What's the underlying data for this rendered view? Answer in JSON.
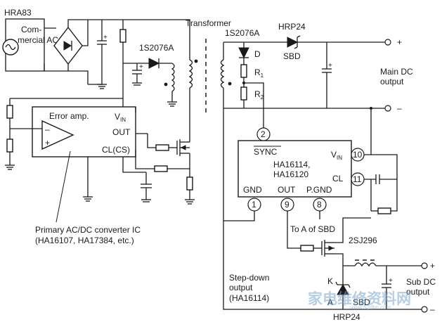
{
  "labels": {
    "hra83": "HRA83",
    "commercial_ac_1": "Com-",
    "commercial_ac_2": "mercial AC",
    "transformer": "Transformer",
    "diode_primary": "1S2076A",
    "diode_secondary": "1S2076A",
    "hrp24_top": "HRP24",
    "sbd_top": "SBD",
    "diode_d": "D",
    "r1": "R",
    "r1_sub": "1",
    "r2": "R",
    "r2_sub": "2",
    "main_dc_1": "Main DC",
    "main_dc_2": "output",
    "plus_top": "+",
    "minus_top": "–",
    "plus_sub": "+",
    "minus_sub": "–",
    "error_amp": "Error amp.",
    "vin_left": "V",
    "vin_left_sub": "IN",
    "out_left": "OUT",
    "cl_cs": "CL(CS)",
    "opamp_minus": "–",
    "opamp_plus": "+",
    "primary_ic_1": "Primary AC/DC converter IC",
    "primary_ic_2": "(HA16107, HA17384, etc.)",
    "sync": "SYNC",
    "ic_name_1": "HA16114,",
    "ic_name_2": "HA16120",
    "vin_right": "V",
    "vin_right_sub": "IN",
    "cl_right": "CL",
    "gnd": "GND",
    "out_right": "OUT",
    "pgnd": "P.GND",
    "pin2": "2",
    "pin10": "10",
    "pin11": "11",
    "pin1": "1",
    "pin9": "9",
    "pin8": "8",
    "to_a_of_sbd": "To A of SBD",
    "mosfet": "2SJ296",
    "k_label": "K",
    "a_label": "A",
    "sbd_bottom": "SBD",
    "hrp24_bottom": "HRP24",
    "step_down_1": "Step-down",
    "step_down_2": "output",
    "step_down_3": "(HA16114)",
    "sub_dc_1": "Sub DC",
    "sub_dc_2": "output",
    "watermark": "家电维修资料网",
    "watermark_url": "www.52dlm.com"
  }
}
